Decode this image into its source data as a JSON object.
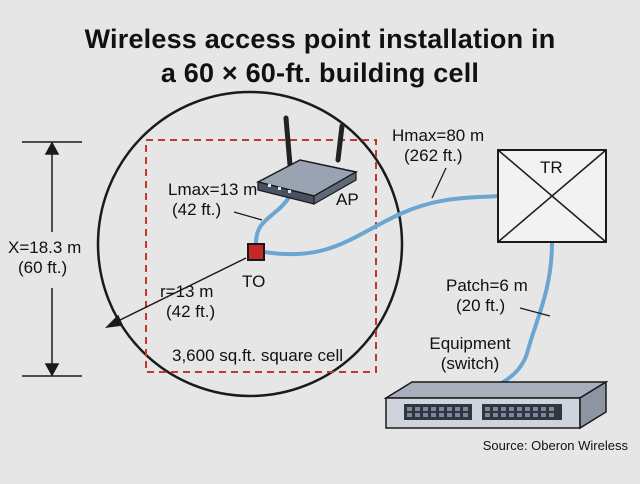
{
  "title": {
    "line1": "Wireless access point installation in",
    "line2": "a 60 × 60-ft. building cell"
  },
  "labels": {
    "x_dim_m": "X=18.3 m",
    "x_dim_ft": "(60 ft.)",
    "lmax_m": "Lmax=13 m",
    "lmax_ft": "(42 ft.)",
    "ap": "AP",
    "to": "TO",
    "r_m": "r=13 m",
    "r_ft": "(42 ft.)",
    "cell": "3,600 sq.ft. square cell",
    "hmax_m": "Hmax=80 m",
    "hmax_ft": "(262 ft.)",
    "tr": "TR",
    "patch_m": "Patch=6 m",
    "patch_ft": "(20 ft.)",
    "equip_1": "Equipment",
    "equip_2": "(switch)"
  },
  "source": "Source: Oberon Wireless",
  "colors": {
    "background": "#e6e6e6",
    "cable": "#6aa6cf",
    "cell_border": "#c0392b",
    "outlet": "#c62828",
    "outline": "#1a1a1a"
  },
  "icons": [
    "access-point-router-icon",
    "switch-equipment-icon",
    "telecom-room-box-icon",
    "outlet-icon"
  ]
}
